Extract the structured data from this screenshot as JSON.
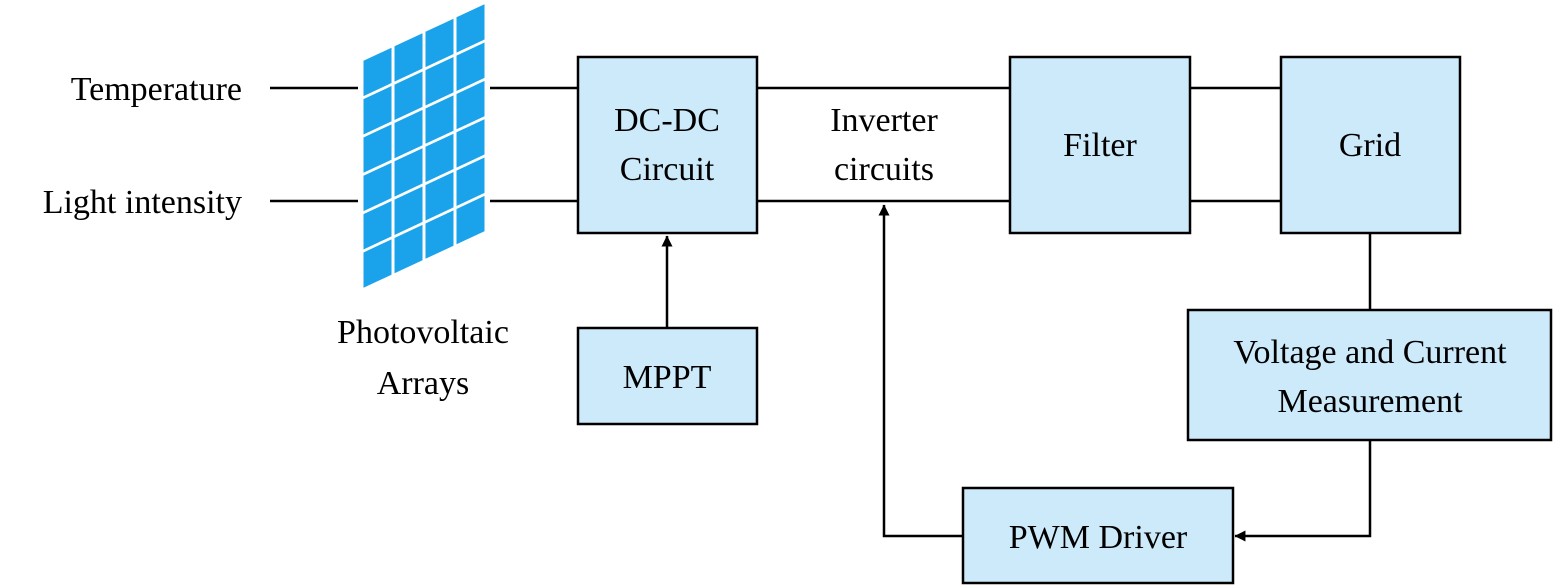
{
  "colors": {
    "box_fill": "#cdeafb",
    "panel_cell": "#1aa3ea",
    "line": "#000000"
  },
  "inputs": {
    "temperature": "Temperature",
    "light_intensity": "Light intensity"
  },
  "pv_array": {
    "line1": "Photovoltaic",
    "line2": "Arrays"
  },
  "blocks": {
    "dcdc": {
      "line1": "DC-DC",
      "line2": "Circuit"
    },
    "inverter": {
      "line1": "Inverter",
      "line2": "circuits"
    },
    "filter": "Filter",
    "grid": "Grid",
    "mppt": "MPPT",
    "measurement": {
      "line1": "Voltage and Current",
      "line2": "Measurement"
    },
    "pwm": "PWM Driver"
  }
}
